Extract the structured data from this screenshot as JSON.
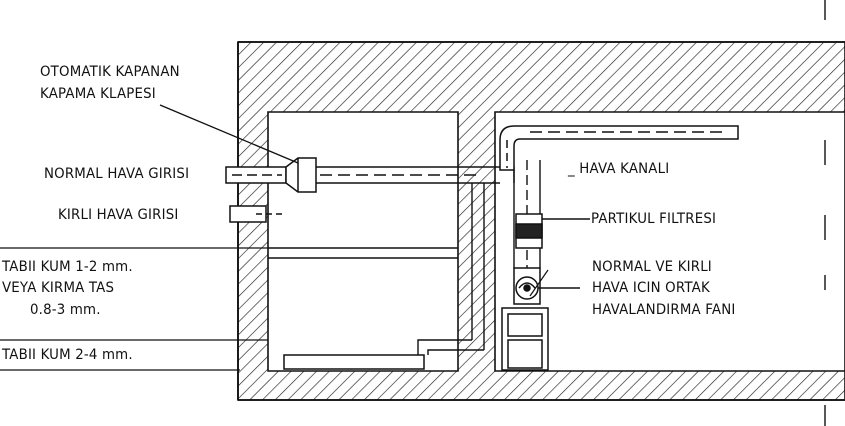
{
  "labels": {
    "damper_line1": "OTOMATIK KAPANAN",
    "damper_line2": "KAPAMA KLAPESI",
    "normal_intake": "NORMAL HAVA GIRISI",
    "dirty_intake": "KIRLI HAVA GIRISI",
    "sand1_line1": "TABII KUM 1-2 mm.",
    "sand1_line2": "VEYA KIRMA TAS",
    "sand1_line3": "0.8-3 mm.",
    "sand2": "TABII KUM 2-4 mm.",
    "air_duct": "_ HAVA KANALI",
    "particle_filter": "PARTIKUL FILTRESI",
    "fan_line1": "NORMAL VE KIRLI",
    "fan_line2": "HAVA ICIN ORTAK",
    "fan_line3": "HAVALANDIRMA FANI"
  }
}
